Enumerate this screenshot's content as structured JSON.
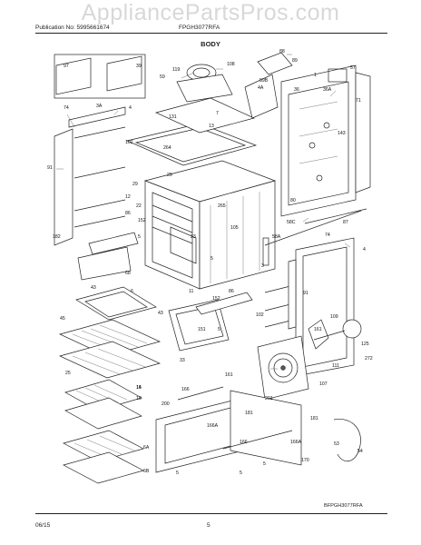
{
  "watermark": "AppliancePartsPros.com",
  "header": {
    "publication": "Publication No: 5995661674",
    "model": "FPGH3077RFA"
  },
  "section_title": "BODY",
  "footer": {
    "date": "06/15",
    "page": "5"
  },
  "model_code": "BFPGH3077RFA",
  "callouts": [
    "97",
    "39",
    "74",
    "3A",
    "4",
    "91",
    "102",
    "182",
    "68",
    "43",
    "45",
    "6",
    "25",
    "15",
    "10",
    "6A",
    "6B",
    "119",
    "108",
    "88",
    "89",
    "59",
    "1",
    "59B",
    "4A",
    "36",
    "36A",
    "131",
    "7",
    "13",
    "264",
    "29",
    "265",
    "12",
    "86",
    "22",
    "152",
    "5",
    "29",
    "23",
    "11",
    "86",
    "152",
    "105",
    "5",
    "57",
    "71",
    "143",
    "80",
    "87",
    "58C",
    "58A",
    "3",
    "74",
    "4",
    "91",
    "102",
    "109",
    "161",
    "125",
    "272",
    "111",
    "107",
    "14",
    "161",
    "200",
    "166",
    "166A",
    "201",
    "181",
    "166",
    "166A",
    "181",
    "170",
    "53",
    "54",
    "5",
    "5",
    "5",
    "33",
    "43",
    "5",
    "151"
  ],
  "colors": {
    "ink": "#222222",
    "watermark": "#d8d8d8",
    "background": "#ffffff"
  }
}
